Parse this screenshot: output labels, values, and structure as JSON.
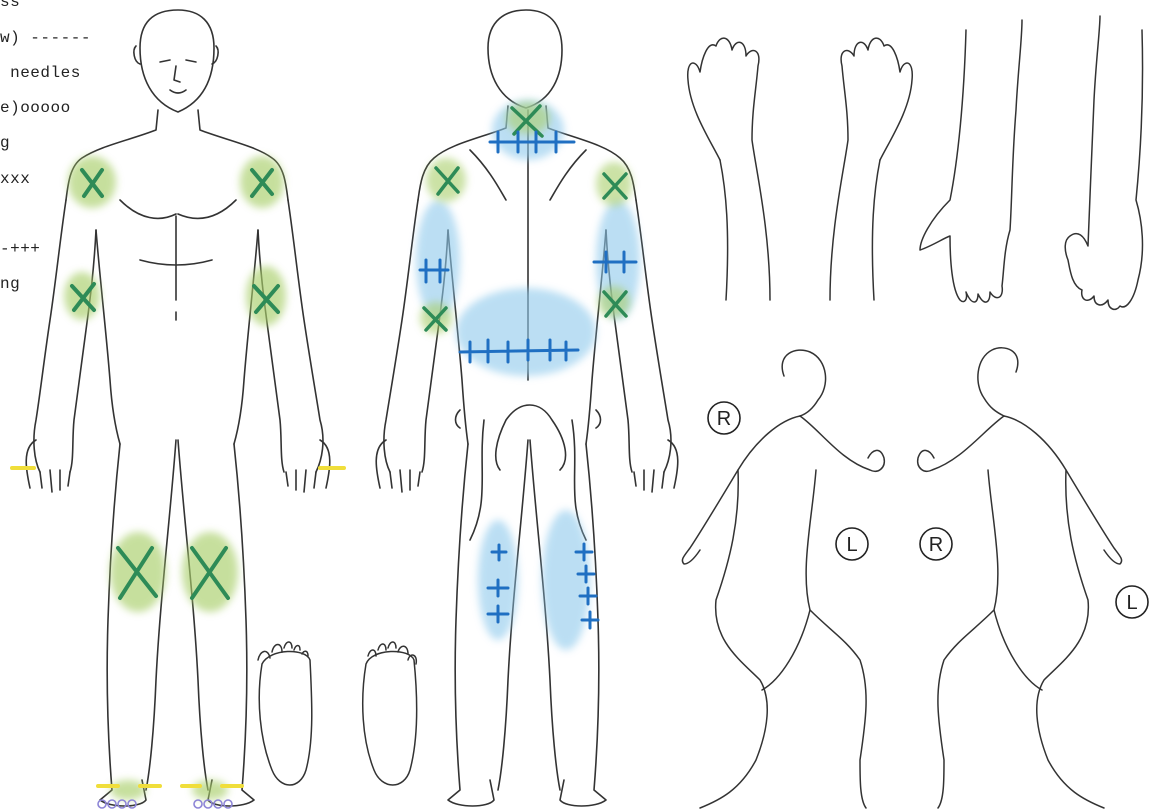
{
  "legend": {
    "lines": [
      "ss",
      "w) ------",
      " needles",
      "e)ooooo",
      "g",
      "xxx",
      "",
      "-+++",
      "ng"
    ]
  },
  "side_labels": {
    "right_1": "R",
    "left_1": "L",
    "right_2": "R",
    "left_2": "L"
  },
  "colors": {
    "outline": "#333333",
    "x_marks": "#2e8b57",
    "x_shading": "#a9cf6b",
    "plus_marks": "#1f6fc2",
    "plus_shading": "#8ec9ec",
    "dash_marks": "#f0de3a",
    "circle_marks": "#8c84d6"
  }
}
